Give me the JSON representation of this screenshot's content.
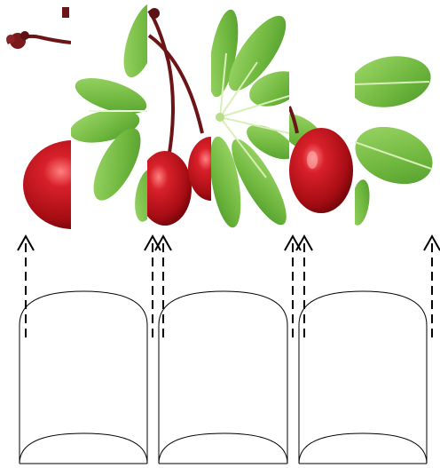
{
  "colors": {
    "cherry_dark": "#9e0b10",
    "cherry_mid": "#c4141b",
    "cherry_light": "#e8464a",
    "leaf_dark": "#4f9a2c",
    "leaf_mid": "#72bd43",
    "leaf_light": "#9fd86a",
    "stem": "#6b1517",
    "line": "#000000"
  },
  "strips": [
    {
      "name": "strip-1",
      "content": "cherry-left-half"
    },
    {
      "name": "strip-2",
      "content": "leaves"
    },
    {
      "name": "strip-3",
      "content": "cherry-with-stems"
    },
    {
      "name": "strip-4",
      "content": "leaf-cluster"
    },
    {
      "name": "strip-5",
      "content": "cherry-right"
    },
    {
      "name": "strip-6",
      "content": "leaves-right"
    }
  ],
  "cylinders": 3,
  "arrows": 6
}
